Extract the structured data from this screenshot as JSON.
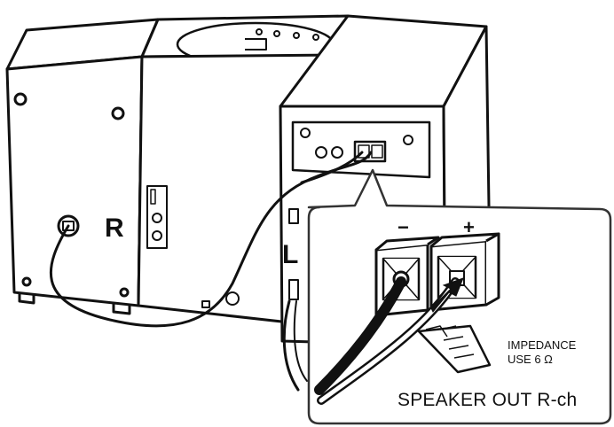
{
  "labels": {
    "right_speaker": "R",
    "left_speaker": "L",
    "minus": "−",
    "plus": "+",
    "impedance_line1": "IMPEDANCE",
    "impedance_line2": "USE 6 Ω",
    "speaker_out": "SPEAKER OUT R-ch"
  }
}
